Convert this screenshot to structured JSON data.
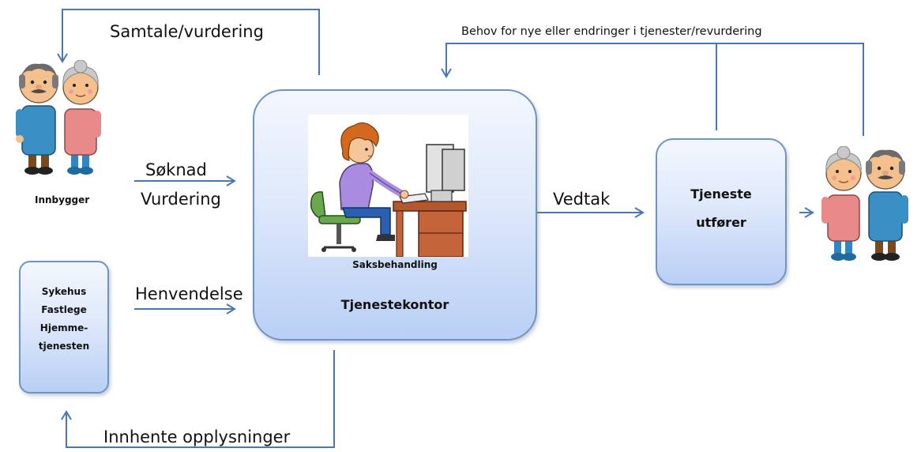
{
  "labels": {
    "samtale": "Samtale/vurdering",
    "behov": "Behov for nye eller endringer i tjenester/revurdering",
    "soknad": "Søknad",
    "vurdering": "Vurdering",
    "vedtak": "Vedtak",
    "henvendelse": "Henvendelse",
    "innhente": "Innhente opplysninger"
  },
  "innbygger_caption": "Innbygger",
  "sources_box": {
    "lines": [
      "Sykehus",
      "Fastlege",
      "Hjemme-",
      "tjenesten"
    ]
  },
  "office_box": {
    "photo_caption": "Saksbehandling",
    "title": "Tjenestekontor"
  },
  "provider_box": {
    "lines": [
      "Tjeneste",
      "utfører"
    ]
  },
  "colors": {
    "arrow": "#4a78b5",
    "box_border": "#6f93c4",
    "box_fill_top": "#f3f7fe",
    "box_fill_bottom": "#b9cff5"
  },
  "icons": [
    "elderly-couple-icon",
    "caseworker-at-computer-illustration"
  ]
}
